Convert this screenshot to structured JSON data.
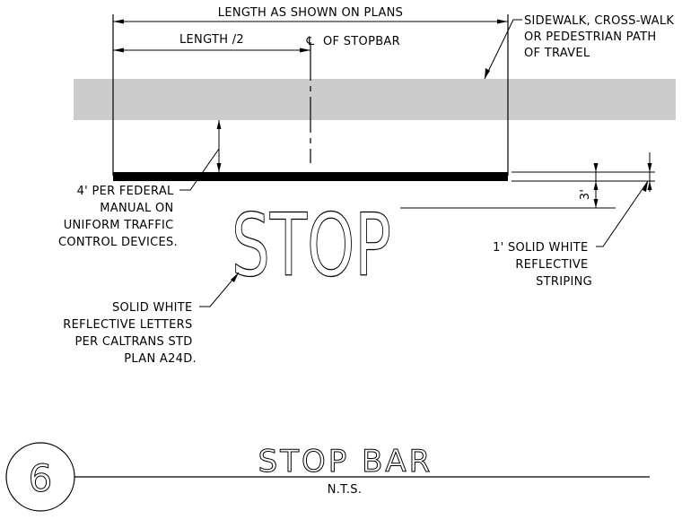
{
  "dimensions": {
    "total_length": "LENGTH AS SHOWN ON PLANS",
    "half_length": "LENGTH /2",
    "centerline_symbol": "℄",
    "centerline_text": "OF STOPBAR",
    "offset": "3'"
  },
  "callouts": {
    "sidewalk": [
      "SIDEWALK, CROSS-WALK",
      "OR PEDESTRIAN PATH",
      "OF TRAVEL"
    ],
    "federal": [
      "4' PER FEDERAL",
      "MANUAL ON",
      "UNIFORM TRAFFIC",
      "CONTROL DEVICES."
    ],
    "striping": [
      "1' SOLID WHITE",
      "REFLECTIVE",
      "STRIPING"
    ],
    "letters": [
      "SOLID WHITE",
      "REFLECTIVE LETTERS",
      "PER CALTRANS STD",
      "PLAN A24D."
    ]
  },
  "pavement_word": "STOP",
  "title_block": {
    "detail_number": "6",
    "title": "STOP BAR",
    "scale": "N.T.S."
  },
  "colors": {
    "sidewalk_fill": "#cccccc",
    "line": "#000000",
    "background": "#ffffff"
  }
}
